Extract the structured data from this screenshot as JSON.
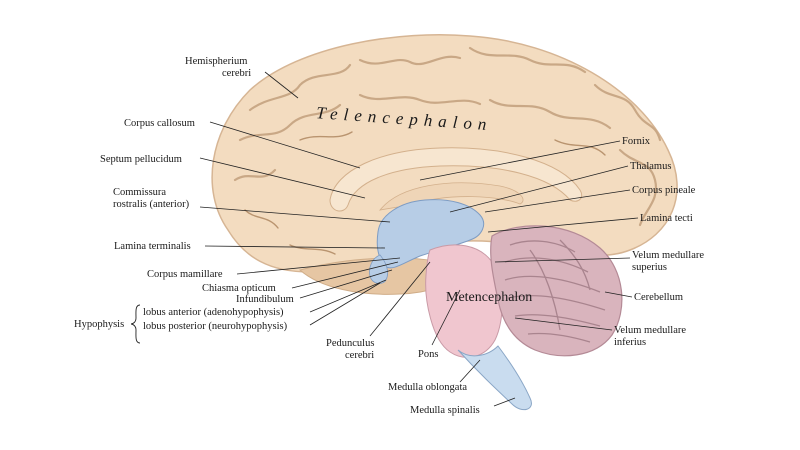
{
  "labels": {
    "hemispherium_line1": "Hemispherium",
    "hemispherium_line2": "cerebri",
    "telencephalon": "Telencephalon",
    "metencephalon": "Metencephalon",
    "corpus_callosum": "Corpus callosum",
    "septum_pellucidum": "Septum pellucidum",
    "commissura_line1": "Commissura",
    "commissura_line2": "rostralis (anterior)",
    "lamina_terminalis": "Lamina terminalis",
    "corpus_mamillare": "Corpus mamillare",
    "chiasma_opticum": "Chiasma opticum",
    "infundibulum": "Infundibulum",
    "hypophysis": "Hypophysis",
    "lobus_anterior": "lobus anterior (adenohypophysis)",
    "lobus_posterior": "lobus posterior (neurohypophysis)",
    "pedunculus_line1": "Pedunculus",
    "pedunculus_line2": "cerebri",
    "pons": "Pons",
    "medulla_oblongata": "Medulla oblongata",
    "medulla_spinalis": "Medulla spinalis",
    "fornix": "Fornix",
    "thalamus": "Thalamus",
    "corpus_pineale": "Corpus pineale",
    "lamina_tecti": "Lamina tecti",
    "velum_superius_line1": "Velum medullare",
    "velum_superius_line2": "superius",
    "cerebellum": "Cerebellum",
    "velum_inferius_line1": "Velum medullare",
    "velum_inferius_line2": "inferius"
  },
  "colors": {
    "cortex": "#f3dcc0",
    "cortex_dark": "#e6c6a3",
    "diencephalon": "#b7cde6",
    "brainstem": "#f0c6cf",
    "medulla": "#c9dcef",
    "cerebellum": "#d9b4bd",
    "corpus_callosum": "#f7e6d0"
  }
}
